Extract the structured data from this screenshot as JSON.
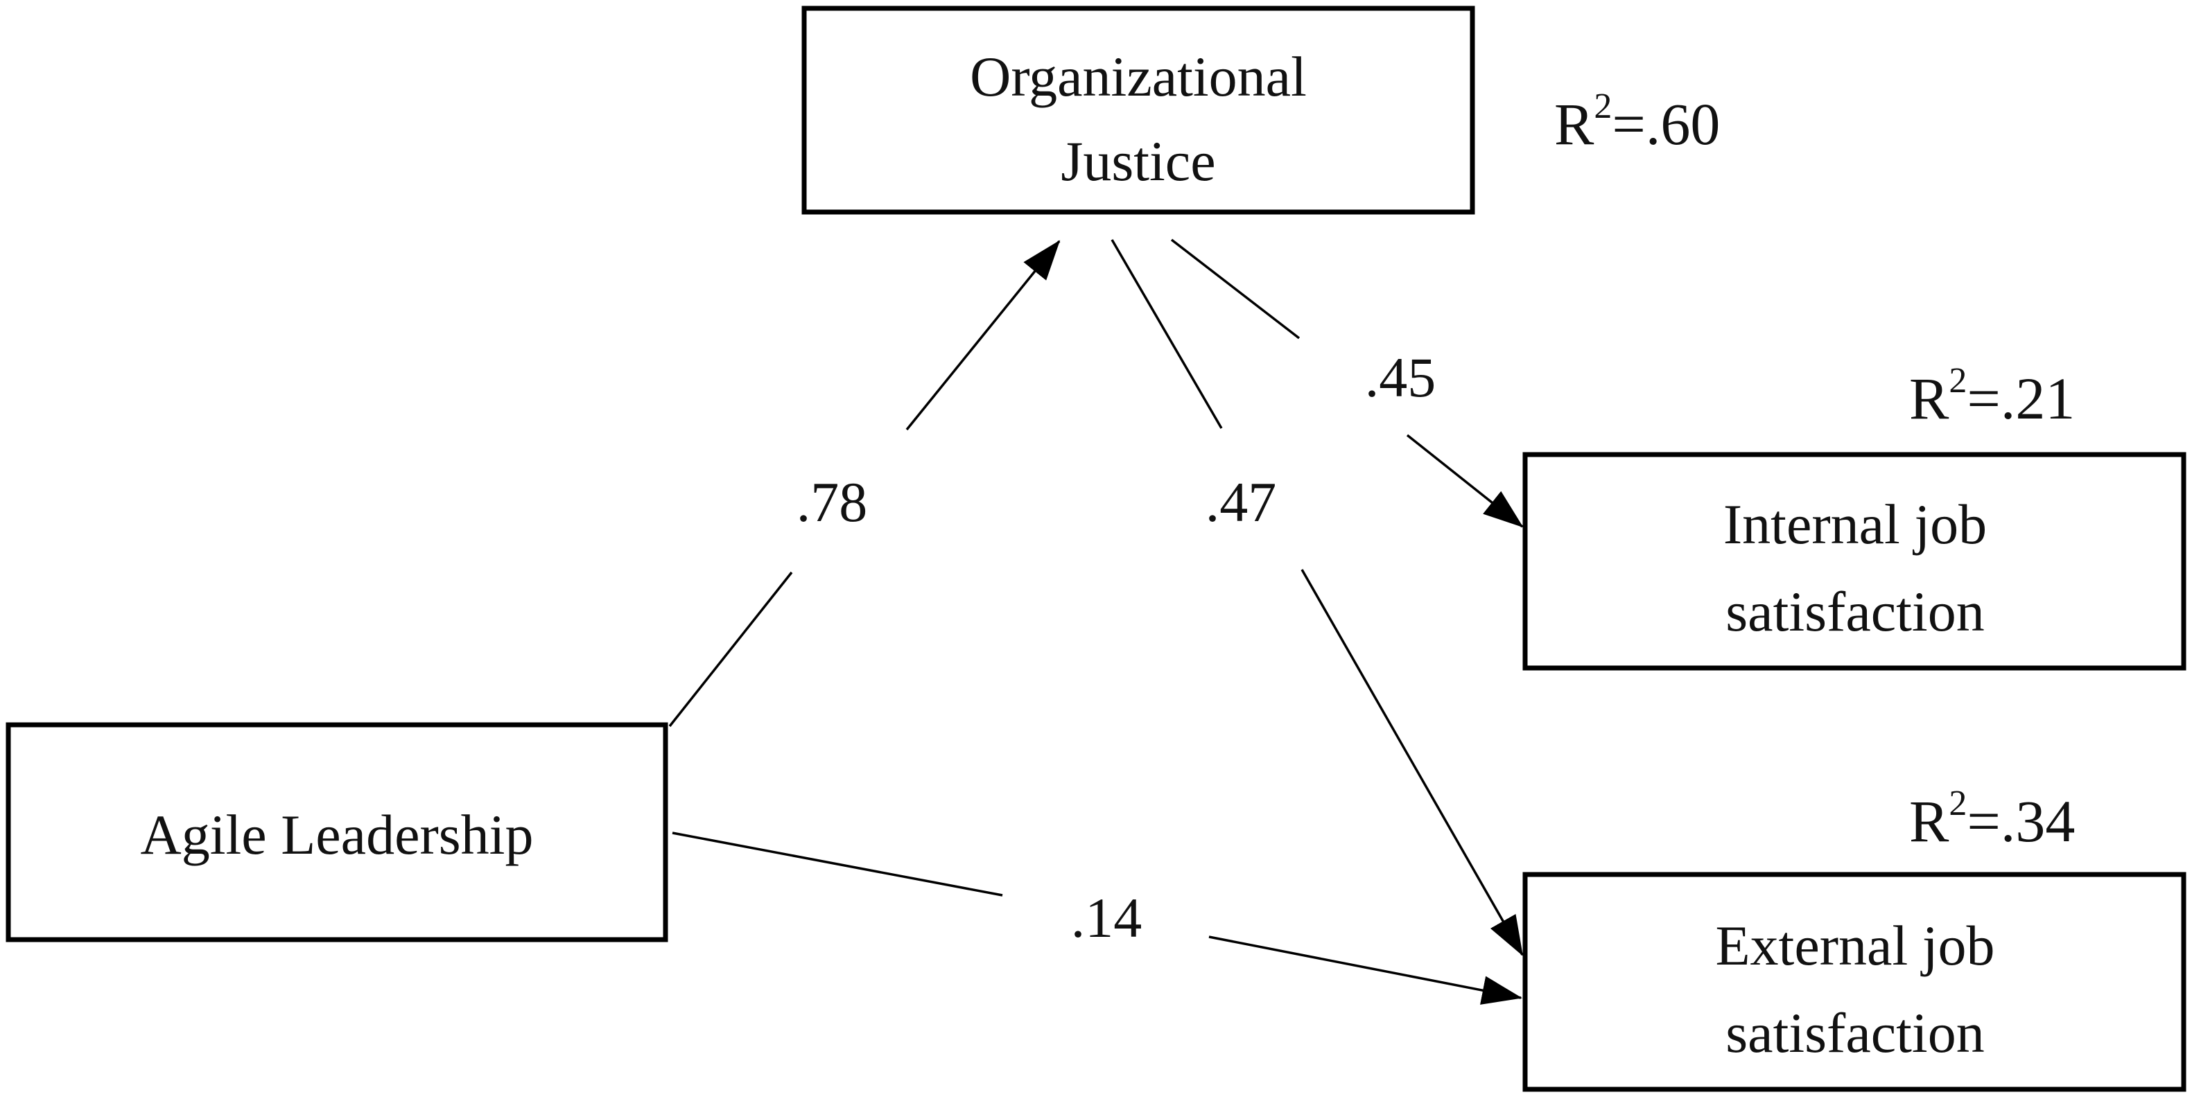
{
  "nodes": {
    "organizational_justice": {
      "line1": "Organizational",
      "line2": "Justice"
    },
    "agile_leadership": {
      "label": "Agile Leadership"
    },
    "internal_job_satisfaction": {
      "line1": "Internal job",
      "line2": "satisfaction"
    },
    "external_job_satisfaction": {
      "line1": "External job",
      "line2": "satisfaction"
    }
  },
  "paths": {
    "agile_to_justice": ".78",
    "justice_to_external": ".47",
    "justice_to_internal": ".45",
    "agile_to_external": ".14"
  },
  "r_squared": {
    "organizational_justice": {
      "prefix": "R",
      "sup": "2",
      "value": "=.60"
    },
    "internal_job_satisfaction": {
      "prefix": "R",
      "sup": "2",
      "value": "=.21"
    },
    "external_job_satisfaction": {
      "prefix": "R",
      "sup": "2",
      "value": "=.34"
    }
  }
}
